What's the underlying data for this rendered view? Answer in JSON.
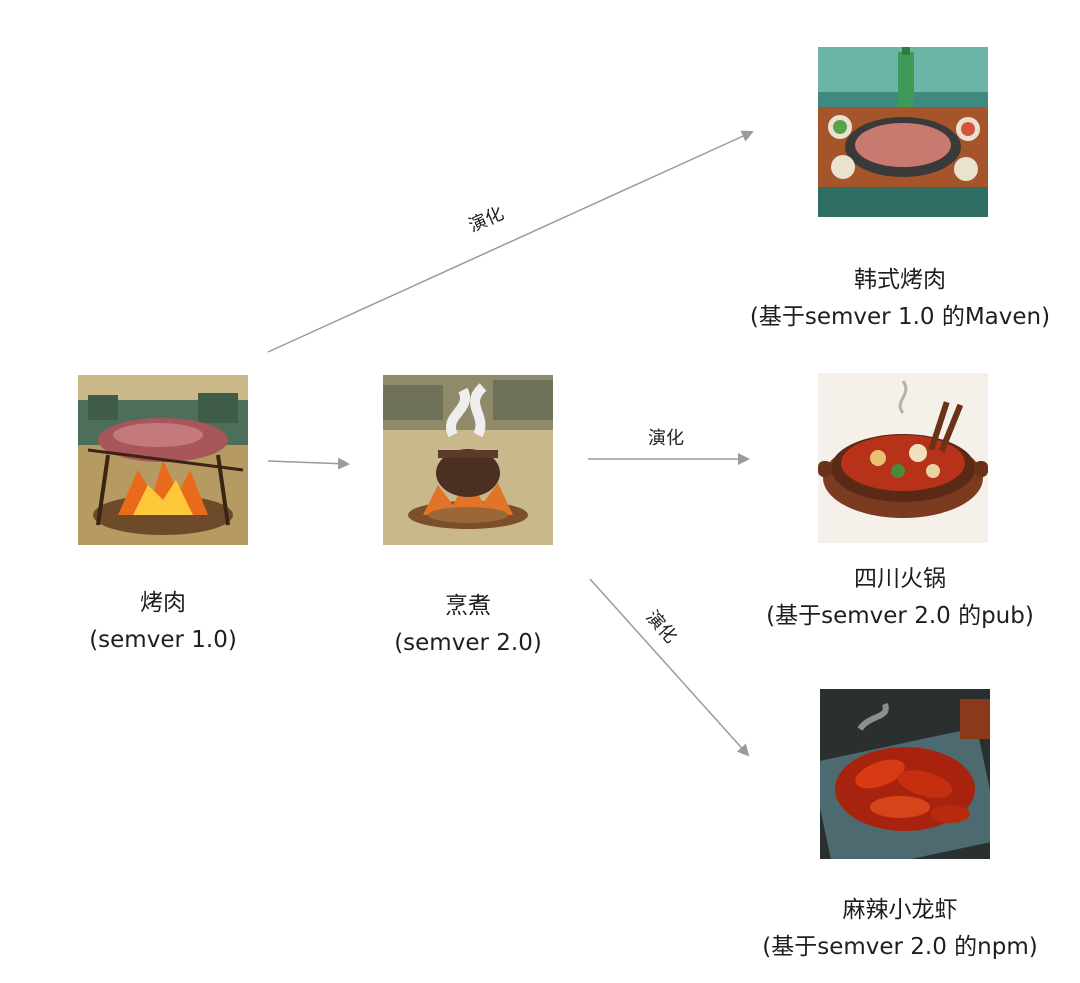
{
  "nodes": {
    "roast": {
      "name": "烤肉",
      "version": "(semver 1.0)",
      "icon": "roast-meat-on-campfire"
    },
    "cook": {
      "name": "烹煮",
      "version": "(semver 2.0)",
      "icon": "cooking-pot-on-fire"
    },
    "korean_bbq": {
      "name": "韩式烤肉",
      "version": "(基于semver 1.0 的Maven)",
      "icon": "korean-bbq-table"
    },
    "sichuan_hotpot": {
      "name": "四川火锅",
      "version": "(基于semver 2.0 的pub)",
      "icon": "hotpot"
    },
    "crayfish": {
      "name": "麻辣小龙虾",
      "version": "(基于semver 2.0 的npm)",
      "icon": "spicy-crayfish"
    }
  },
  "edges": [
    {
      "from": "roast",
      "to": "cook",
      "label": ""
    },
    {
      "from": "roast",
      "to": "korean_bbq",
      "label": "演化"
    },
    {
      "from": "cook",
      "to": "sichuan_hotpot",
      "label": "演化"
    },
    {
      "from": "cook",
      "to": "crayfish",
      "label": "演化"
    }
  ],
  "colors": {
    "arrow": "#9a9a9a",
    "text": "#1e1e1e"
  }
}
